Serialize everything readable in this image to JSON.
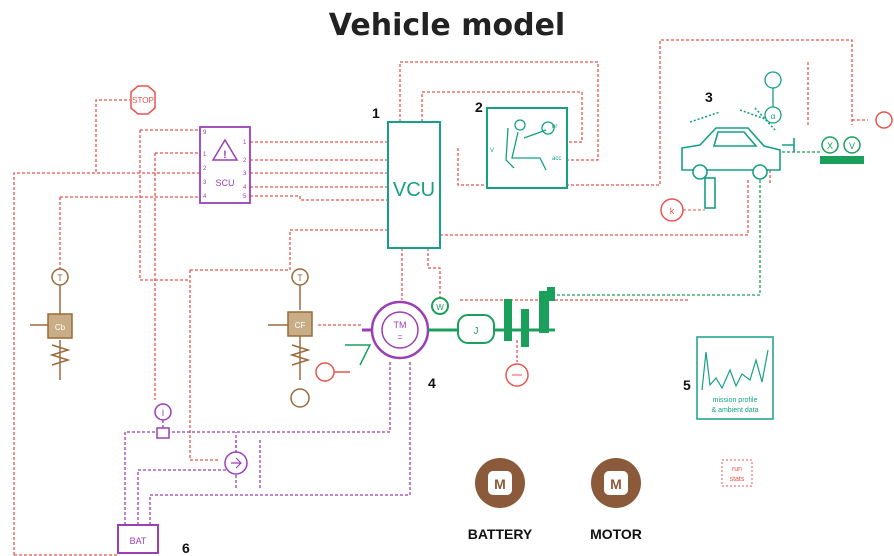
{
  "title": "Vehicle model",
  "stop_sign": "STOP",
  "blocks": {
    "scu": "SCU",
    "vcu": "VCU",
    "driver_outputs": [
      "br",
      "acc"
    ],
    "driver_input": "V",
    "tm": "TM",
    "tm_symbol": "=",
    "battery": "BAT",
    "cf": "CF",
    "cb": "Cb",
    "mission": {
      "line1": "mission profile",
      "line2": "& ambient data"
    },
    "run_stats": {
      "line1": "run",
      "line2": "stats"
    }
  },
  "scu_ports_left": [
    "9",
    "1",
    "2",
    "3",
    "4"
  ],
  "scu_ports_right": [
    "1",
    "2",
    "3",
    "4",
    "5"
  ],
  "sensors": {
    "temp": "T",
    "current": "I",
    "omega": "W",
    "inertia": "J",
    "x": "X",
    "v": "V",
    "k": "k",
    "alpha": "α"
  },
  "numbers": [
    "1",
    "2",
    "3",
    "4",
    "5",
    "6"
  ],
  "legend": [
    {
      "icon": "M",
      "label": "BATTERY"
    },
    {
      "icon": "M",
      "label": "MOTOR"
    }
  ],
  "colors": {
    "signal": "#e8544e",
    "electrical": "#9b3fb5",
    "mechanical": "#1aa05b",
    "thermal": "#9a6a3a",
    "controller": "#16a085",
    "legend": "#8a5a3a"
  }
}
